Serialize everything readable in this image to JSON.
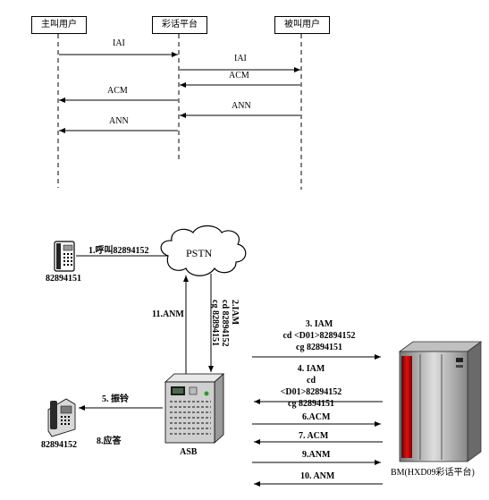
{
  "sequence": {
    "participants": [
      "主叫用户",
      "彩话平台",
      "被叫用户"
    ],
    "messages": [
      "IAI",
      "IAI",
      "ACM",
      "ACM",
      "ANN",
      "ANN"
    ]
  },
  "network": {
    "pstn": "PSTN",
    "switch": "ASB",
    "platform": "BM(HXD09彩话平台)",
    "phone_caller_number": "82894151",
    "phone_callee_number": "82894152",
    "step1": "1.呼叫82894152",
    "step2_lines": [
      "2.IAM",
      "cd 82894152",
      "cg 82894151"
    ],
    "step3_lines": [
      "3. IAM",
      "cd <D01>82894152",
      "cg 82894151"
    ],
    "step4_lines": [
      "4.  IAM",
      "cd <D01>82894152",
      "cg  82894151"
    ],
    "step5": "5. 振铃",
    "step6": "6.ACM",
    "step7": "7. ACM",
    "step8": "8.应答",
    "step9": "9.ANM",
    "step10": "10. ANM",
    "step11": "11.ANM"
  }
}
